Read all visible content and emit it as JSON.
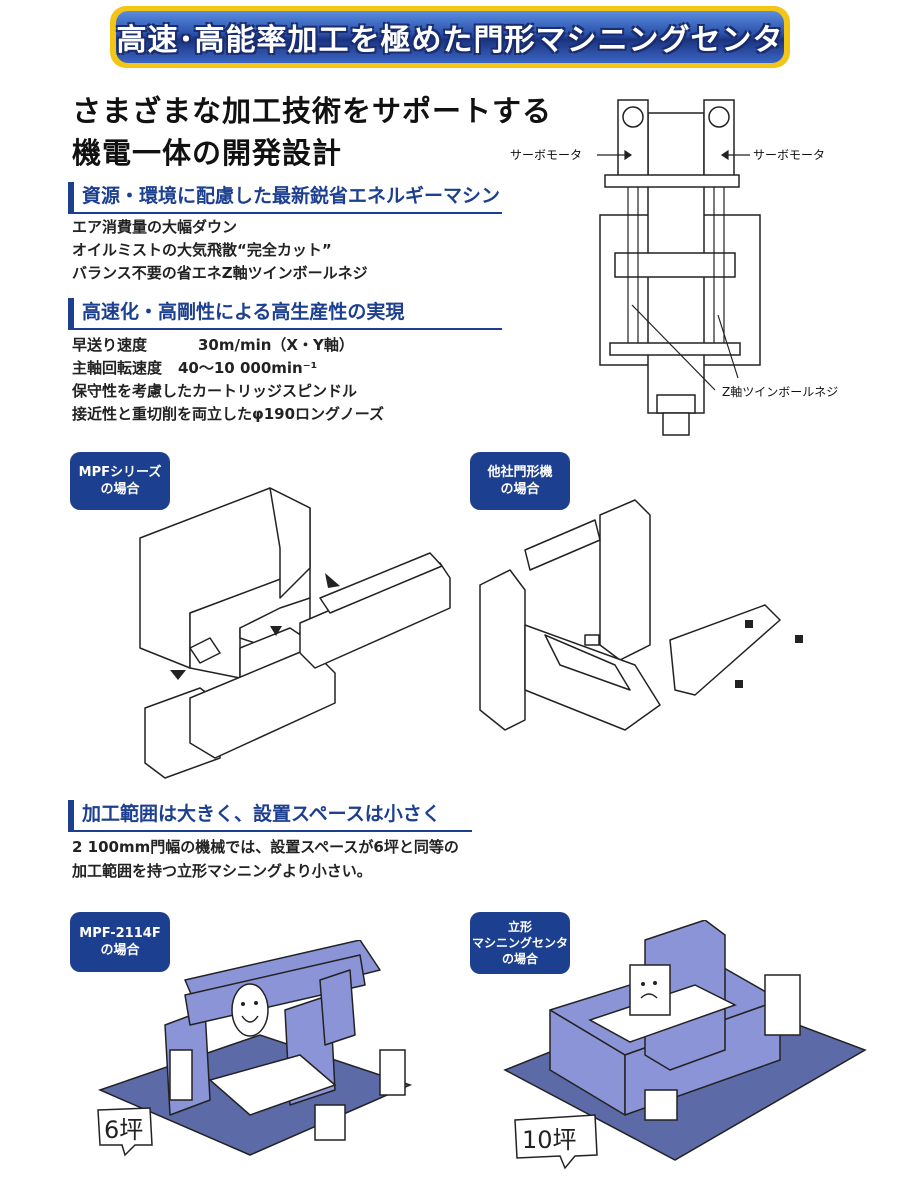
{
  "banner": {
    "title": "高速･高能率加工を極めた門形マシニングセンタ"
  },
  "headline": {
    "line1": "さまざまな加工技術をサポートする",
    "line2": "機電一体の開発設計"
  },
  "section1": {
    "title": "資源・環境に配慮した最新鋭省エネルギーマシン",
    "items": [
      "エア消費量の大幅ダウン",
      "オイルミストの大気飛散“完全カット”",
      "バランス不要の省エネZ軸ツインボールネジ"
    ]
  },
  "section2": {
    "title": "高速化・高剛性による高生産性の実現",
    "items": [
      {
        "label": "早送り速度",
        "value": "30m/min（X・Y軸）"
      },
      {
        "label": "主軸回転速度",
        "value": "40〜10 000min⁻¹"
      }
    ],
    "lines": [
      "保守性を考慮したカートリッジスピンドル",
      "接近性と重切削を両立したφ190ロングノーズ"
    ]
  },
  "diagram": {
    "servo_left": "サーボモータ",
    "servo_right": "サーボモータ",
    "ballscrew": "Z軸ツインボールネジ"
  },
  "compare1": {
    "tag_left": [
      "MPFシリーズ",
      "の場合"
    ],
    "tag_right": [
      "他社門形機",
      "の場合"
    ]
  },
  "section3": {
    "title": "加工範囲は大きく、設置スペースは小さく",
    "lines": [
      "2 100mm門幅の機械では、設置スペースが6坪と同等の",
      "加工範囲を持つ立形マシニングより小さい。"
    ]
  },
  "compare2": {
    "tag_left": [
      "MPF-2114F",
      "の場合"
    ],
    "tag_right": [
      "立形",
      "マシニングセンタ",
      "の場合"
    ],
    "area_left": "6坪",
    "area_right": "10坪"
  },
  "colors": {
    "accent": "#1d3f8f",
    "banner_gold": "#f3c517",
    "machine_blue": "#8b94d6"
  }
}
